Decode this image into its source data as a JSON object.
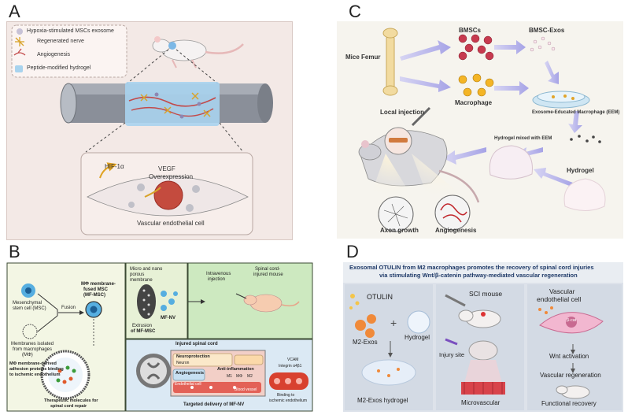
{
  "panels": {
    "A": {
      "label": "A",
      "legend": [
        "Hypoxia-stimulated MSCs exosome",
        "Regenerated nerve",
        "Angiogenesis",
        "Peptide-modified hydrogel"
      ],
      "hif": "HIF-1α",
      "vegf": "VEGF",
      "overexpression": "Overexpression",
      "cell": "Vascular endothelial cell"
    },
    "B": {
      "label": "B",
      "msc_fused_1": "MΦ membrane-",
      "msc_fused_2": "fused MSC",
      "msc_fused_3": "(MF-MSC)",
      "fusion": "Fusion",
      "msc_1": "Mesenchymal",
      "msc_2": "stem cell (MSC)",
      "membranes_1": "Membranes isolated",
      "membranes_2": "from macrophages",
      "membranes_3": "(MΦ)",
      "adhesion_1": "MΦ membrane-derived",
      "adhesion_2": "adhesion proteins binding",
      "adhesion_3": "to ischemic endothelium",
      "therapeutic_1": "Therapeutic molecules for",
      "therapeutic_2": "spinal cord repair",
      "micro_1": "Micro and nano",
      "micro_2": "porous",
      "micro_3": "membrane",
      "extrusion_1": "Extrusion",
      "extrusion_2": "of MF-MSC",
      "mfnv": "MF-NV",
      "iv_1": "Intravenous",
      "iv_2": "injection",
      "mouse_1": "Spinal cord-",
      "mouse_2": "injured mouse",
      "injured": "Injured spinal cord",
      "neuroprotection": "Neuroprotection",
      "neuron": "Neuron",
      "anti_inflammation": "Anti-inflammation",
      "angiogenesis": "Angiogenesis",
      "m1": "M1",
      "mphi": "MΦ",
      "m2": "M2",
      "endothelial": "Endothelial cell",
      "blood_vessel": "Blood vessel",
      "vcam": "VCAM",
      "integrin": "Integrin α4β1",
      "binding_1": "Binding to",
      "binding_2": "ischemic endothelium",
      "targeted": "Targeted delivery of MF-NV"
    },
    "C": {
      "label": "C",
      "femur": "Mice Femur",
      "bmscs": "BMSCs",
      "bmsc_exos": "BMSC-Exos",
      "macrophage": "Macrophage",
      "eem": "Exosome-Educated Macrophage (EEM)",
      "local": "Local injection",
      "mixed": "Hydrogel mixed with EEM",
      "hydrogel": "Hydrogel",
      "axon": "Axon growth",
      "angio": "Angiogenesis"
    },
    "D": {
      "label": "D",
      "title_1": "Exosomal OTULIN from M2 macrophages promotes the recovery of spinal cord injuries",
      "title_2": "via stimulating Wnt/β-catenin pathway-mediated vascular regeneration",
      "otulin": "OTULIN",
      "plus": "+",
      "m2_exos": "M2-Exos",
      "hydrogel": "Hydrogel",
      "m2_hydrogel": "M2-Exos hydrogel",
      "sci_mouse": "SCI mouse",
      "injury_site": "Injury site",
      "microvascular": "Microvascular",
      "vascular_1": "Vascular",
      "vascular_2": "endothelial cell",
      "bcat": "β-cat",
      "wnt": "Wnt activation",
      "vascular_regen": "Vascular regeneration",
      "functional": "Functional recovery"
    }
  }
}
